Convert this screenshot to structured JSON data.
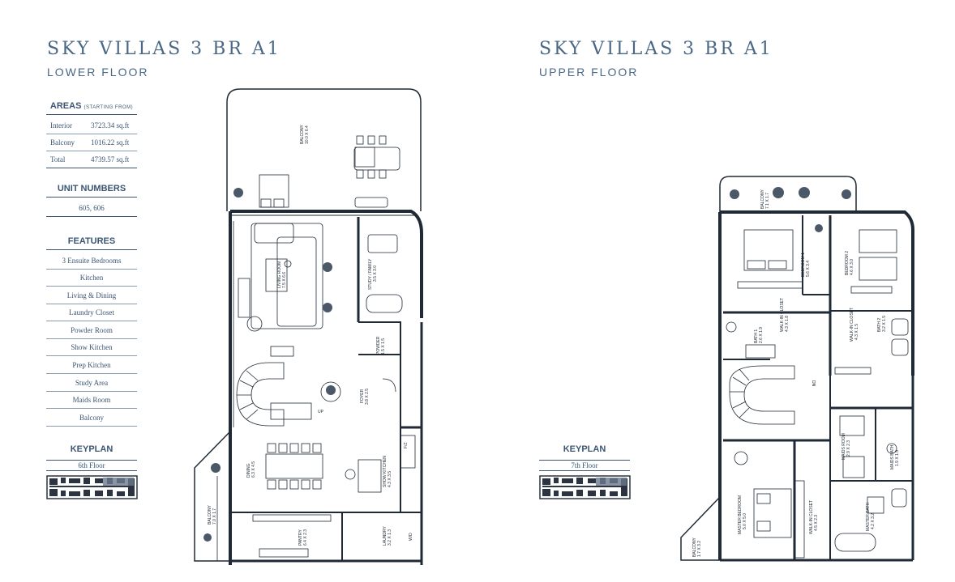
{
  "left": {
    "title": "SKY VILLAS 3 BR A1",
    "subtitle": "LOWER FLOOR",
    "areas": {
      "heading": "AREAS",
      "heading_note": "(STARTING FROM)",
      "rows": [
        {
          "label": "Interior",
          "value": "3723.34 sq.ft"
        },
        {
          "label": "Balcony",
          "value": "1016.22 sq.ft"
        },
        {
          "label": "Total",
          "value": "4739.57 sq.ft"
        }
      ]
    },
    "unit_numbers": {
      "heading": "UNIT NUMBERS",
      "value": "605, 606"
    },
    "features": {
      "heading": "FEATURES",
      "items": [
        "3 Ensuite Bedrooms",
        "Kitchen",
        "Living & Dining",
        "Laundry Closet",
        "Powder Room",
        "Show Kitchen",
        "Prep Kitchen",
        "Study Area",
        "Maids Room",
        "Balcony"
      ]
    },
    "keyplan": {
      "heading": "KEYPLAN",
      "floor": "6th Floor"
    },
    "rooms": {
      "balcony_top": "BALCONY",
      "balcony_top_dim": "10.0 X 6.4",
      "living": "LIVING ROOM",
      "living_dim": "7.5 X 6.6",
      "study": "STUDY / FAMILY",
      "study_dim": "3.5 X 3.0",
      "powder": "POWDER",
      "powder_dim": "1.5 X 1.5",
      "foyer": "FOYER",
      "foyer_dim": "3.8 X 2.5",
      "up": "UP",
      "dining": "DINING",
      "dining_dim": "6.3 X 4.5",
      "show_kitchen": "SHOW KITCHEN",
      "show_kitchen_dim": "4.3 X 3.5",
      "pantry": "PANTRY",
      "pantry_dim": "6.4 X 2.3",
      "laundry": "LAUNDRY",
      "laundry_dim": "3.2 X 1.3",
      "balcony_side": "BALCONY",
      "balcony_side_dim": "7.0 X 1.7",
      "wd": "W/D",
      "fridge": "F/Z"
    }
  },
  "right": {
    "title": "SKY VILLAS 3 BR A1",
    "subtitle": "UPPER FLOOR",
    "keyplan": {
      "heading": "KEYPLAN",
      "floor": "7th Floor"
    },
    "rooms": {
      "balcony_top": "BALCONY",
      "balcony_top_dim": "7.1 X 1.7",
      "bedroom1": "BEDROOM 1",
      "bedroom1_dim": "5.6 X 3.4",
      "bedroom2": "BEDROOM 2",
      "bedroom2_dim": "4.6 X 3.0",
      "walkin_closet": "WALK-IN CLOSET",
      "walkin_closet_dim": "4.3 X 1.8",
      "bath1": "BATH 1",
      "bath1_dim": "2.6 X 1.9",
      "walkin_closet2": "WALK-IN CLOSET",
      "walkin_closet2_dim": "4.3 X 1.5",
      "bath2": "BATH 2",
      "bath2_dim": "3.2 X 1.5",
      "dn": "DN",
      "maids_room": "MAIDS ROOM",
      "maids_room_dim": "2.9 X 2.3",
      "maids_bath": "MAIDS BATH",
      "maids_bath_dim": "1.9 X 1.5",
      "master_bedroom": "MASTER BEDROOM",
      "master_bedroom_dim": "5.0 X 5.0",
      "master_closet": "WALK-IN CLOSET",
      "master_closet_dim": "4.5 X 2.3",
      "master_bath": "MASTER BATH",
      "master_bath_dim": "4.2 X 3.2",
      "balcony_side": "BALCONY",
      "balcony_side_dim": "1.7 X 3.2"
    }
  }
}
